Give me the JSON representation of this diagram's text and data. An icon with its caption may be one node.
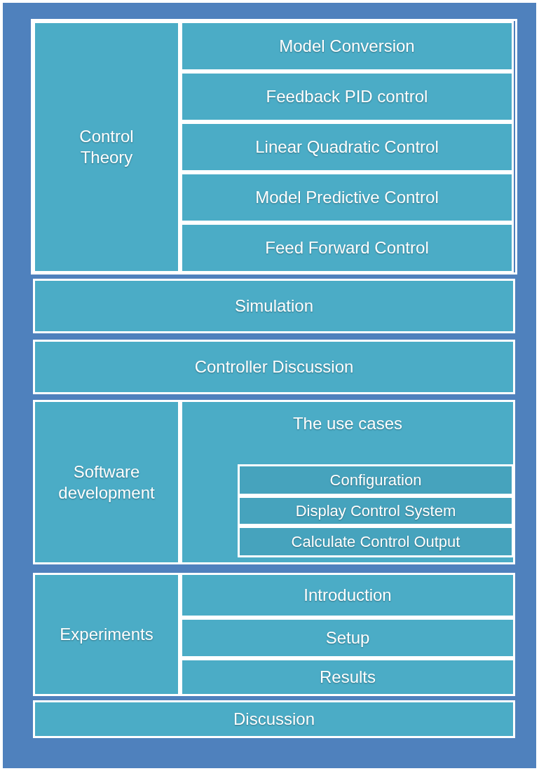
{
  "diagram": {
    "nodes": [
      {
        "text": [
          "Control Theory"
        ]
      },
      {
        "text": [
          "Model Conversion"
        ]
      },
      {
        "text": [
          "Feedback PID control"
        ]
      },
      {
        "text": [
          "Linear Quadratic Control"
        ]
      },
      {
        "text": [
          "Model Predictive Control"
        ]
      },
      {
        "text": [
          "Feed Forward Control"
        ]
      },
      {
        "text": [
          "Simulation"
        ]
      },
      {
        "text": [
          "Controller Discussion"
        ]
      },
      {
        "text": [
          "Software development"
        ]
      },
      {
        "text": [
          "The use cases"
        ]
      },
      {
        "text": [
          "Configuration"
        ],
        "in": 9
      },
      {
        "text": [
          "Display Control System"
        ],
        "in": 9
      },
      {
        "text": [
          "Calculate Control Output"
        ],
        "in": 9
      },
      {
        "text": [
          "Experiments"
        ]
      },
      {
        "text": [
          "Introduction"
        ]
      },
      {
        "text": [
          "Setup"
        ]
      },
      {
        "text": [
          "Results"
        ]
      },
      {
        "text": [
          "Discussion"
        ]
      }
    ]
  }
}
